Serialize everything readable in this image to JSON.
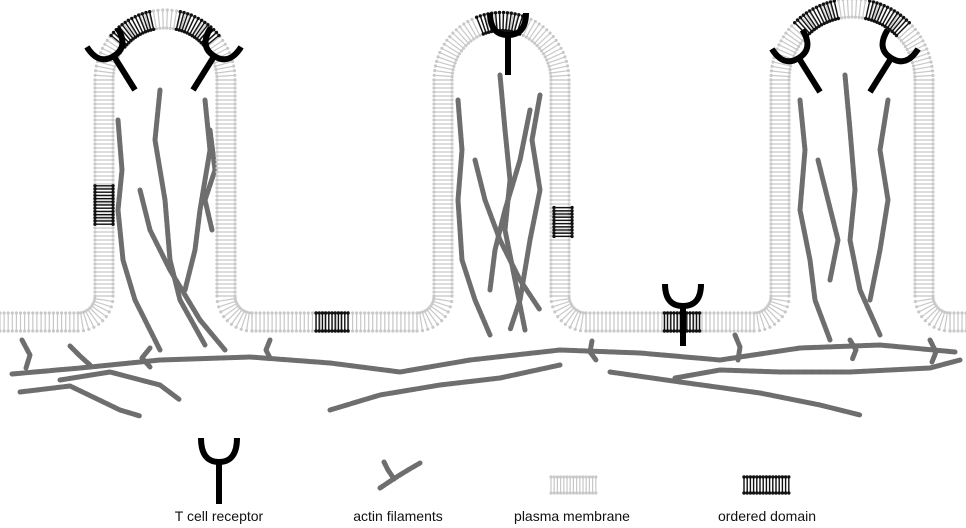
{
  "colors": {
    "membrane": "#c8c8c8",
    "ordered_domain": "#111111",
    "actin": "#6e6e6e",
    "receptor": "#000000",
    "text": "#111111"
  },
  "legend": {
    "receptor": "T cell receptor",
    "actin": "actin filaments",
    "membrane": "plasma membrane",
    "ordered": "ordered domain"
  },
  "icons": {
    "receptor": "y-shaped-receptor-icon",
    "actin": "actin-filament-icon",
    "membrane": "lipid-bilayer-icon",
    "ordered": "ordered-lipid-icon"
  }
}
